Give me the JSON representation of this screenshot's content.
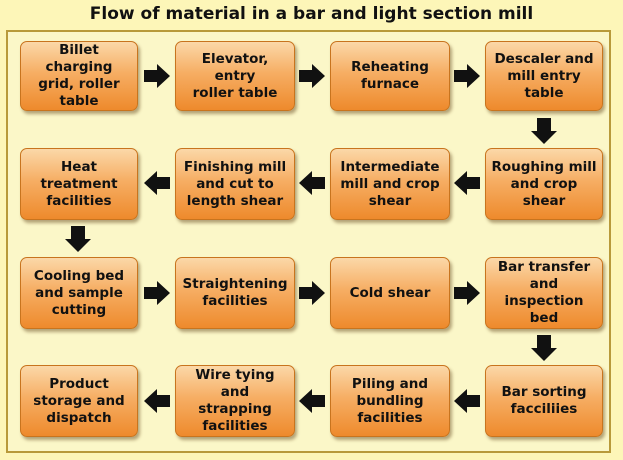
{
  "title": "Flow of material in a bar and light section mill",
  "nodes": [
    {
      "id": "n1",
      "label": "Billet charging\ngrid, roller\ntable"
    },
    {
      "id": "n2",
      "label": "Elevator, entry\nroller table"
    },
    {
      "id": "n3",
      "label": "Reheating\nfurnace"
    },
    {
      "id": "n4",
      "label": "Descaler  and\nmill entry\ntable"
    },
    {
      "id": "n5",
      "label": "Heat\ntreatment\nfacilities"
    },
    {
      "id": "n6",
      "label": "Finishing mill\nand cut to\nlength shear"
    },
    {
      "id": "n7",
      "label": "Intermediate\nmill  and crop\nshear"
    },
    {
      "id": "n8",
      "label": "Roughing mill\nand crop shear"
    },
    {
      "id": "n9",
      "label": "Cooling bed\nand sample\ncutting"
    },
    {
      "id": "n10",
      "label": "Straightening\nfacilities"
    },
    {
      "id": "n11",
      "label": "Cold shear"
    },
    {
      "id": "n12",
      "label": "Bar transfer\nand\ninspection bed"
    },
    {
      "id": "n13",
      "label": "Product\nstorage and\ndispatch"
    },
    {
      "id": "n14",
      "label": "Wire tying and\nstrapping\nfacilities"
    },
    {
      "id": "n15",
      "label": "Piling and\nbundling\nfacilities"
    },
    {
      "id": "n16",
      "label": "Bar sorting\nfacciliies"
    }
  ]
}
